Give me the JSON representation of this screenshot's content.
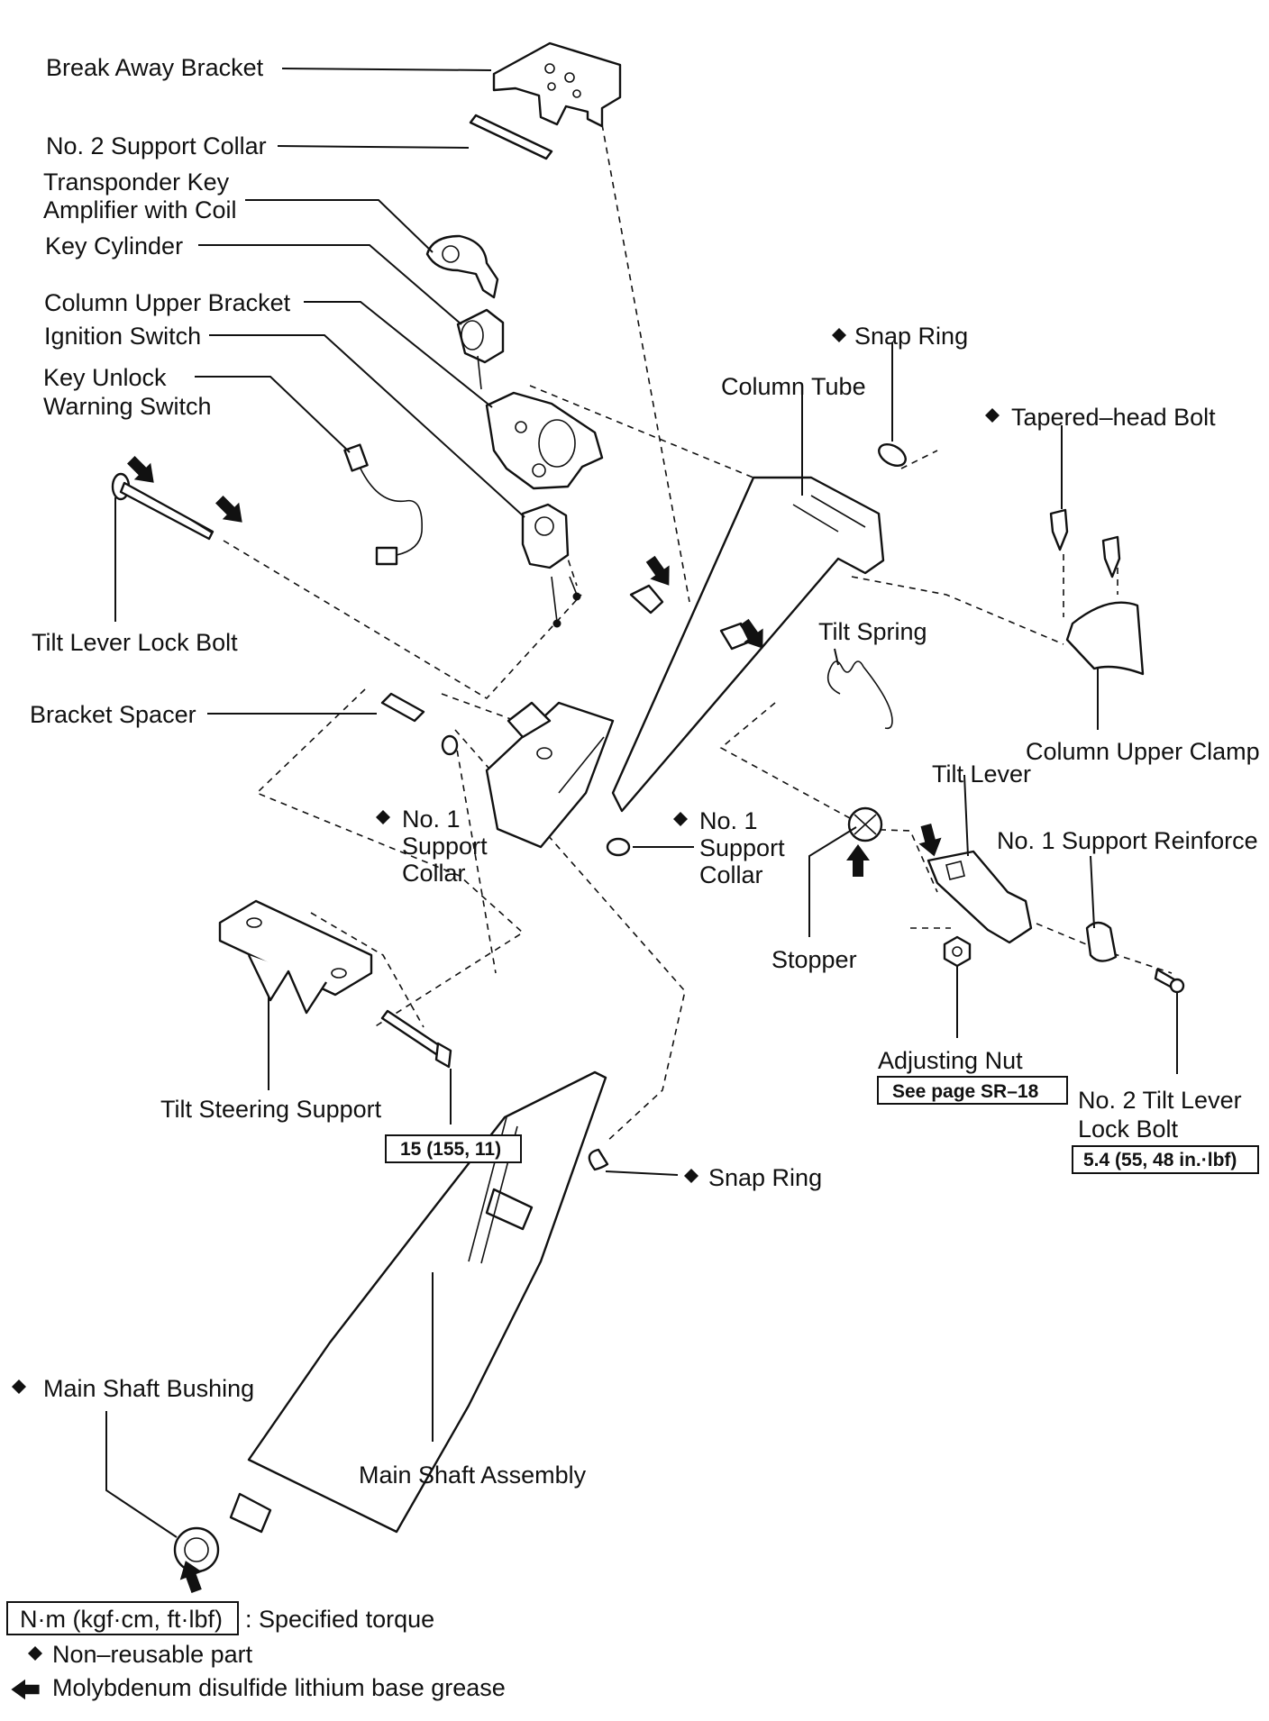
{
  "labels": {
    "break_away_bracket": "Break Away Bracket",
    "no2_support_collar": "No. 2 Support Collar",
    "transponder_line1": "Transponder Key",
    "transponder_line2": "Amplifier with Coil",
    "key_cylinder": "Key Cylinder",
    "column_upper_bracket": "Column Upper Bracket",
    "ignition_switch": "Ignition Switch",
    "key_unlock_line1": "Key Unlock",
    "key_unlock_line2": "Warning Switch",
    "tilt_lever_lock_bolt": "Tilt Lever Lock Bolt",
    "bracket_spacer": "Bracket Spacer",
    "snap_ring_top": "Snap Ring",
    "column_tube": "Column Tube",
    "tapered_head_bolt": "Tapered–head Bolt",
    "tilt_spring": "Tilt Spring",
    "column_upper_clamp": "Column Upper Clamp",
    "tilt_lever": "Tilt Lever",
    "no1_support_reinforce": "No. 1 Support Reinforce",
    "no1_collar_left_l1": "No. 1",
    "no1_collar_left_l2": "Support",
    "no1_collar_left_l3": "Collar",
    "no1_collar_right_l1": "No. 1",
    "no1_collar_right_l2": "Support",
    "no1_collar_right_l3": "Collar",
    "stopper": "Stopper",
    "adjusting_nut": "Adjusting Nut",
    "see_page": "See page SR–18",
    "no2_tilt_lever_l1": "No. 2 Tilt Lever",
    "no2_tilt_lever_l2": "Lock Bolt",
    "torque_no2_tilt": "5.4 (55, 48 in.·lbf)",
    "tilt_steering_support": "Tilt Steering Support",
    "torque_support": "15 (155, 11)",
    "snap_ring_bottom": "Snap Ring",
    "main_shaft_bushing": "Main Shaft Bushing",
    "main_shaft_assembly": "Main Shaft Assembly"
  },
  "legend": {
    "torque_unit": "N·m (kgf·cm, ft·lbf)",
    "torque_desc": ": Specified torque",
    "non_reusable": "Non–reusable part",
    "grease": "Molybdenum disulfide lithium base grease"
  },
  "symbols": {
    "non_reusable_marker": "diamond-icon",
    "grease_marker": "grease-arrow-icon"
  }
}
